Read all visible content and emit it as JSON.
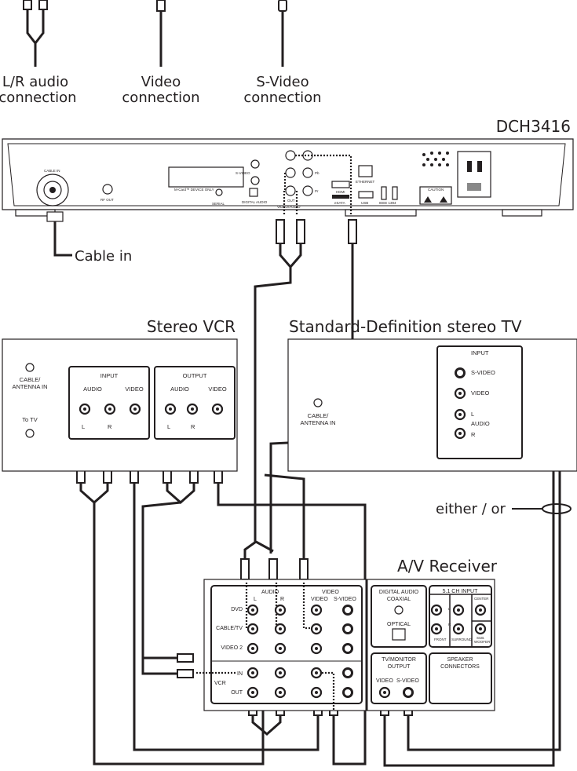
{
  "legend": {
    "lr_audio": [
      "L/R audio",
      "connection"
    ],
    "video": [
      "Video",
      "connection"
    ],
    "svideo": [
      "S-Video",
      "connection"
    ]
  },
  "dch": {
    "model": "DCH3416",
    "cable_in_label": "Cable in",
    "labels": {
      "cable_in": "CABLE IN",
      "rf_out": "RF OUT",
      "svideo": "S-VIDEO",
      "mcard": "M-Card™ DEVICE ONLY",
      "serial": "SERIAL",
      "digital_audio": "DIGITAL AUDIO",
      "video_audio": "VIDEO/AUDIO",
      "out": "OUT",
      "pb": "Pb",
      "pr": "Pr",
      "hdmi": "HDMI",
      "esata": "eSATA",
      "ethernet": "ETHERNET",
      "usb": "USB",
      "ieee": "IEEE 1394",
      "caution": "CAUTION"
    }
  },
  "vcr": {
    "title": "Stereo VCR",
    "cable_antenna": [
      "CABLE/",
      "ANTENNA IN"
    ],
    "to_tv": "To TV",
    "input": "INPUT",
    "output": "OUTPUT",
    "audio": "AUDIO",
    "video": "VIDEO",
    "l": "L",
    "r": "R"
  },
  "tv": {
    "title": "Standard-Definition stereo TV",
    "cable_antenna": [
      "CABLE/",
      "ANTENNA IN"
    ],
    "input": "INPUT",
    "svideo": "S-VIDEO",
    "video": "VIDEO",
    "l": "L",
    "audio": "AUDIO",
    "r": "R"
  },
  "either_or": "either / or",
  "receiver": {
    "title": "A/V Receiver",
    "audio": "AUDIO",
    "video": "VIDEO",
    "l": "L",
    "r": "R",
    "col_video": "VIDEO",
    "col_svideo": "S-VIDEO",
    "rows": [
      "DVD",
      "CABLE/TV",
      "VIDEO 2"
    ],
    "vcr": "VCR",
    "in": "IN",
    "out": "OUT",
    "digital_audio": [
      "DIGITAL AUDIO",
      "COAXIAL"
    ],
    "optical": "OPTICAL",
    "ch51": "5.1 CH INPUT",
    "front": "FRONT",
    "surround": "SURROUND",
    "center": "CENTER",
    "sub": [
      "SUB.",
      "WOOFER"
    ],
    "ch_l": "L",
    "ch_r": "R",
    "tv_monitor": [
      "TV/MONITOR",
      "OUTPUT"
    ],
    "out_video": "VIDEO",
    "out_svideo": "S-VIDEO",
    "speaker": [
      "SPEAKER",
      "CONNECTORS"
    ]
  }
}
